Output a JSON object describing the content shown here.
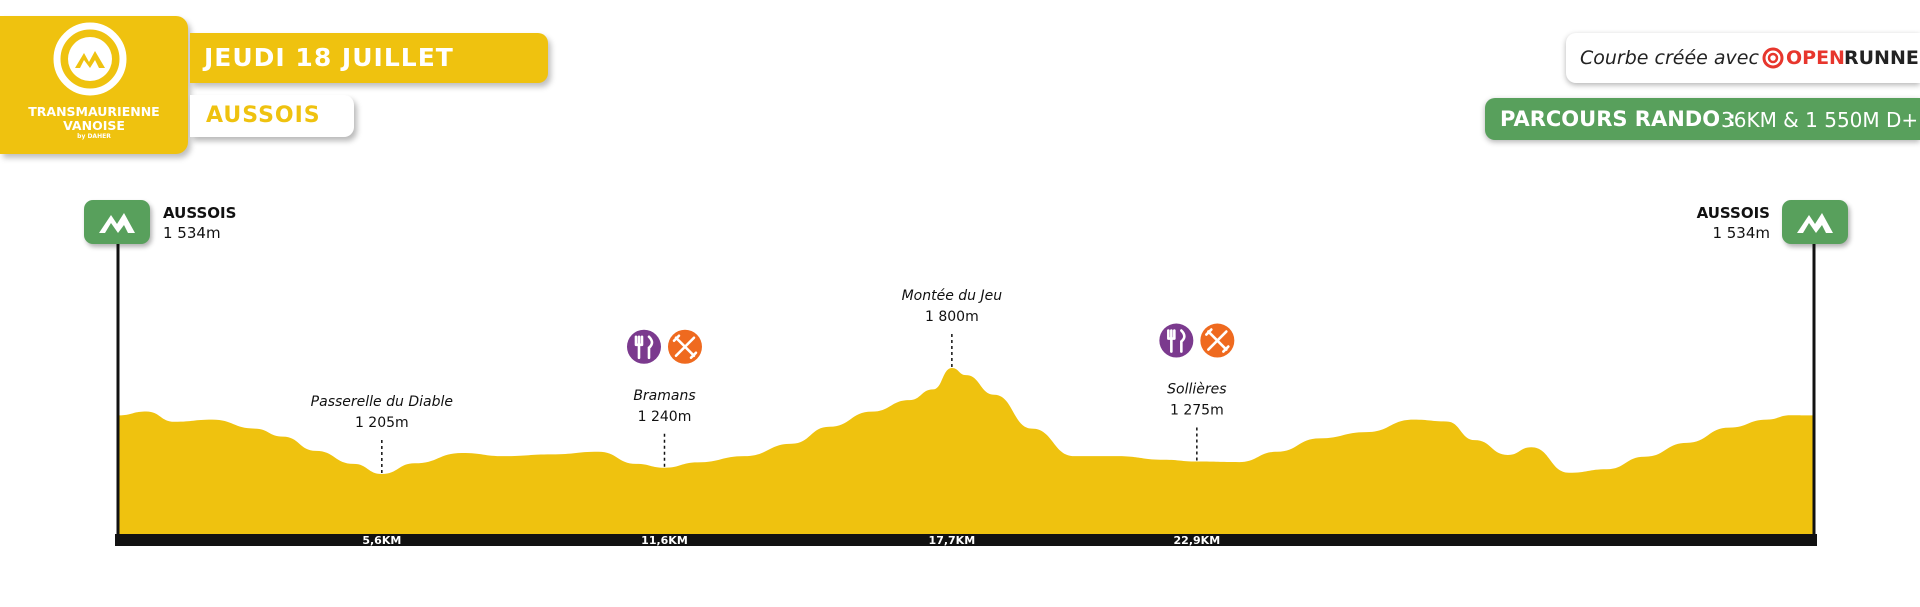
{
  "brand": {
    "name_line1": "TRANSMAURIENNE",
    "name_line2": "VANOISE",
    "sub": "by DAHER"
  },
  "header": {
    "date": "JEUDI 18 JUILLET",
    "place": "AUSSOIS"
  },
  "credit": {
    "text": "Courbe créée avec",
    "open": "OPEN",
    "runner": "RUNNER"
  },
  "parcours": {
    "label": "PARCOURS RANDO :",
    "value": "36KM & 1 550M D+"
  },
  "start": {
    "name": "AUSSOIS",
    "altitude": "1 534m"
  },
  "finish": {
    "name": "AUSSOIS",
    "altitude": "1 534m"
  },
  "colors": {
    "profile": "#efc20f",
    "brand_yellow": "#efc20f",
    "green": "#58a05c",
    "food": "#7b3a8e",
    "repair": "#ef6a1f"
  },
  "chart_data": {
    "type": "area",
    "x_unit": "km",
    "xlim": [
      0,
      36
    ],
    "profile": {
      "x": [
        0,
        0.6,
        1.2,
        2.0,
        2.9,
        3.5,
        4.2,
        5.0,
        5.6,
        6.3,
        7.3,
        8.2,
        9.2,
        10.2,
        11.0,
        11.6,
        12.3,
        13.3,
        14.3,
        15.1,
        16.0,
        16.8,
        17.3,
        17.7,
        18.0,
        18.6,
        19.4,
        20.3,
        21.2,
        22.2,
        22.9,
        23.8,
        24.6,
        25.5,
        26.5,
        27.5,
        28.2,
        28.8,
        29.5,
        30.0,
        30.8,
        31.6,
        32.4,
        33.3,
        34.2,
        35.0,
        35.5,
        36.0
      ],
      "y": [
        1534,
        1556,
        1498,
        1510,
        1460,
        1415,
        1335,
        1262,
        1205,
        1265,
        1323,
        1305,
        1315,
        1330,
        1262,
        1240,
        1270,
        1305,
        1375,
        1470,
        1555,
        1620,
        1680,
        1800,
        1760,
        1650,
        1460,
        1305,
        1305,
        1285,
        1275,
        1272,
        1330,
        1405,
        1440,
        1510,
        1500,
        1395,
        1312,
        1355,
        1212,
        1232,
        1302,
        1380,
        1465,
        1510,
        1535,
        1534
      ]
    },
    "points": [
      {
        "name": "Passerelle du Diable",
        "altitude": "1 205m",
        "km": 5.6,
        "alt": 1205,
        "km_label": "5,6KM",
        "icons": []
      },
      {
        "name": "Bramans",
        "altitude": "1 240m",
        "km": 11.6,
        "alt": 1240,
        "km_label": "11,6KM",
        "icons": [
          "food-icon",
          "repair-icon"
        ]
      },
      {
        "name": "Montée du Jeu",
        "altitude": "1 800m",
        "km": 17.7,
        "alt": 1800,
        "km_label": "17,7KM",
        "icons": []
      },
      {
        "name": "Sollières",
        "altitude": "1 275m",
        "km": 22.9,
        "alt": 1275,
        "km_label": "22,9KM",
        "icons": [
          "food-icon",
          "repair-icon"
        ]
      }
    ],
    "title": "",
    "xlabel": "",
    "ylabel": ""
  }
}
